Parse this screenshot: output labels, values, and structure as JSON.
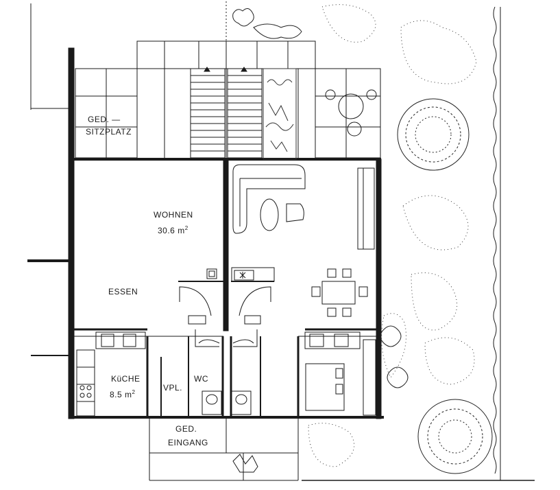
{
  "rooms": {
    "sitzplatz_line1": "GED. —",
    "sitzplatz_line2": "SITZPLATZ",
    "wohnen_name": "WOHNEN",
    "wohnen_area_value": "30.6 m",
    "wohnen_area_sup": "2",
    "essen": "ESSEN",
    "kueche_name": "KüCHE",
    "kueche_area_value": "8.5 m",
    "kueche_area_sup": "2",
    "vpl": "VPL.",
    "wc": "WC",
    "eingang_line1": "GED.",
    "eingang_line2": "EINGANG"
  },
  "colors": {
    "ink": "#1a1a1a",
    "paper": "#ffffff",
    "stipple": "#333333"
  }
}
